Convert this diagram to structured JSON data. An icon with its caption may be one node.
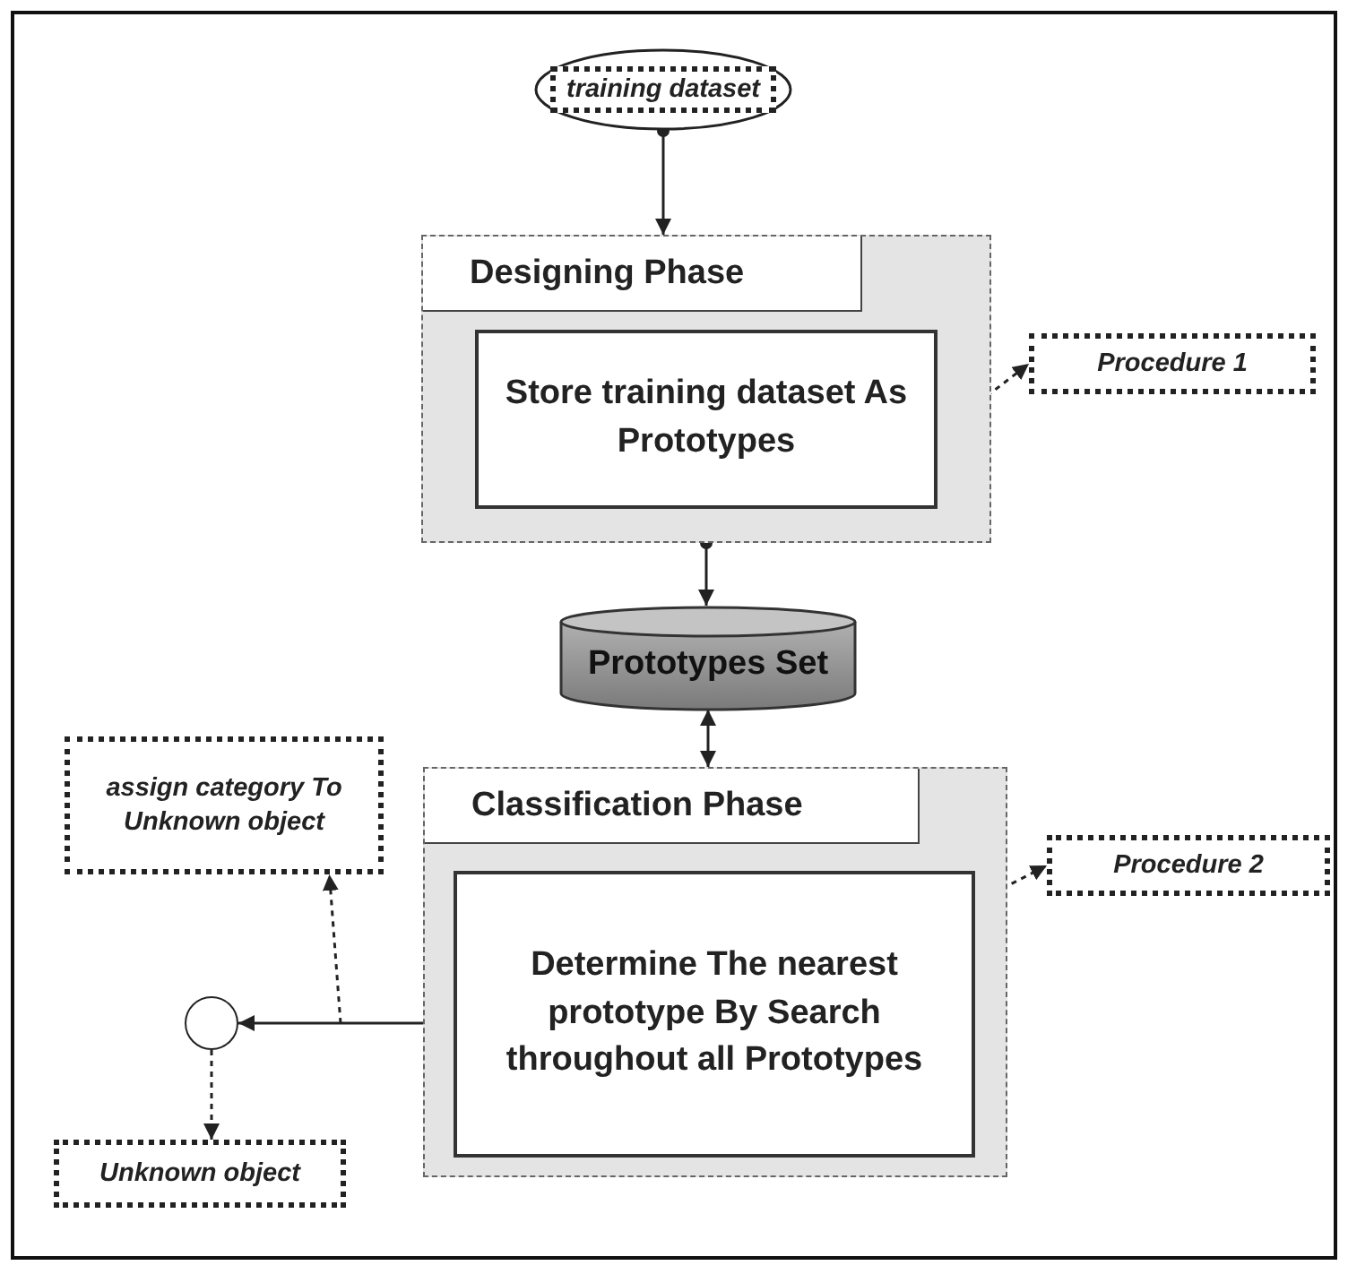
{
  "diagram": {
    "nodes": [
      {
        "text": [
          "training dataset"
        ]
      },
      {
        "text": [
          "Designing Phase"
        ]
      },
      {
        "text": [
          "Store training dataset As Prototypes"
        ],
        "in": 1
      },
      {
        "text": [
          "Procedure 1"
        ]
      },
      {
        "text": [
          "Prototypes Set"
        ]
      },
      {
        "text": [
          "Classification Phase"
        ]
      },
      {
        "text": [
          "Determine The nearest prototype By Search throughout all Prototypes"
        ],
        "in": 5
      },
      {
        "text": [
          "Procedure 2"
        ]
      },
      {
        "text": [
          "assign category To Unknown object"
        ]
      },
      {
        "text": [],
        "shape": "circle"
      },
      {
        "text": [
          "Unknown object"
        ]
      }
    ],
    "edges": [
      {
        "from": 0,
        "to": 1,
        "arrow": "to"
      },
      {
        "from": 1,
        "to": 4,
        "arrow": "to"
      },
      {
        "from": 4,
        "to": 5,
        "arrow": "both"
      },
      {
        "from": 2,
        "to": 3,
        "arrow": "to",
        "style": "dashed"
      },
      {
        "from": 6,
        "to": 7,
        "arrow": "to",
        "style": "dashed"
      },
      {
        "from": 6,
        "to": 9,
        "arrow": "to"
      },
      {
        "from": null,
        "to": 8,
        "arrow": "to",
        "style": "dashed"
      },
      {
        "from": 9,
        "to": 10,
        "arrow": "to",
        "style": "dashed"
      }
    ]
  }
}
